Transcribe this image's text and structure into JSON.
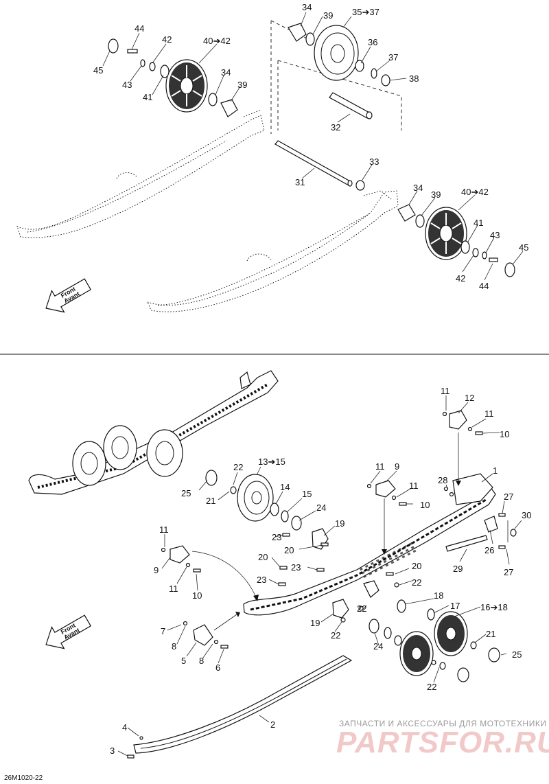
{
  "diagram": {
    "figure_code": "26M1020-22",
    "front_arrow": {
      "line1": "Front",
      "line2": "Avant"
    },
    "watermark": {
      "line1": "ЗАПЧАСТИ И АКСЕССУАРЫ ДЛЯ МОТОТЕХНИКИ",
      "line2": "PARTSFOR.RU"
    },
    "top_callouts": [
      {
        "id": "t34a",
        "text": "34"
      },
      {
        "id": "t39a",
        "text": "39"
      },
      {
        "id": "t35",
        "text": "35➔37"
      },
      {
        "id": "t44a",
        "text": "44"
      },
      {
        "id": "t42a",
        "text": "42"
      },
      {
        "id": "t40a",
        "text": "40➔42"
      },
      {
        "id": "t36",
        "text": "36"
      },
      {
        "id": "t37",
        "text": "37"
      },
      {
        "id": "t38",
        "text": "38"
      },
      {
        "id": "t45a",
        "text": "45"
      },
      {
        "id": "t43a",
        "text": "43"
      },
      {
        "id": "t41a",
        "text": "41"
      },
      {
        "id": "t34b",
        "text": "34"
      },
      {
        "id": "t39b",
        "text": "39"
      },
      {
        "id": "t32",
        "text": "32"
      },
      {
        "id": "t33",
        "text": "33"
      },
      {
        "id": "t31",
        "text": "31"
      },
      {
        "id": "t34c",
        "text": "34"
      },
      {
        "id": "t39c",
        "text": "39"
      },
      {
        "id": "t40b",
        "text": "40➔42"
      },
      {
        "id": "t41b",
        "text": "41"
      },
      {
        "id": "t43b",
        "text": "43"
      },
      {
        "id": "t45b",
        "text": "45"
      },
      {
        "id": "t42b",
        "text": "42"
      },
      {
        "id": "t44b",
        "text": "44"
      }
    ],
    "bottom_callouts": [
      {
        "id": "b11a",
        "text": "11"
      },
      {
        "id": "b12",
        "text": "12"
      },
      {
        "id": "b11b",
        "text": "11"
      },
      {
        "id": "b10a",
        "text": "10"
      },
      {
        "id": "b13",
        "text": "13➔15"
      },
      {
        "id": "b22a",
        "text": "22"
      },
      {
        "id": "b11c",
        "text": "11"
      },
      {
        "id": "b9a",
        "text": "9"
      },
      {
        "id": "b1",
        "text": "1"
      },
      {
        "id": "b25a",
        "text": "25"
      },
      {
        "id": "b21a",
        "text": "21"
      },
      {
        "id": "b14",
        "text": "14"
      },
      {
        "id": "b15",
        "text": "15"
      },
      {
        "id": "b11d",
        "text": "11"
      },
      {
        "id": "b10b",
        "text": "10"
      },
      {
        "id": "b28",
        "text": "28"
      },
      {
        "id": "b27a",
        "text": "27"
      },
      {
        "id": "b24a",
        "text": "24"
      },
      {
        "id": "b30",
        "text": "30"
      },
      {
        "id": "b19a",
        "text": "19"
      },
      {
        "id": "b23a",
        "text": "23"
      },
      {
        "id": "b11e",
        "text": "11"
      },
      {
        "id": "b20a",
        "text": "20"
      },
      {
        "id": "b26",
        "text": "26"
      },
      {
        "id": "b20b",
        "text": "20"
      },
      {
        "id": "b23b",
        "text": "23"
      },
      {
        "id": "b9b",
        "text": "9"
      },
      {
        "id": "b29",
        "text": "29"
      },
      {
        "id": "b27b",
        "text": "27"
      },
      {
        "id": "b20c",
        "text": "20"
      },
      {
        "id": "b11f",
        "text": "11"
      },
      {
        "id": "b23c",
        "text": "23"
      },
      {
        "id": "b10c",
        "text": "10"
      },
      {
        "id": "b22b",
        "text": "22"
      },
      {
        "id": "b18",
        "text": "18"
      },
      {
        "id": "b17",
        "text": "17"
      },
      {
        "id": "b22c",
        "text": "22"
      },
      {
        "id": "b16",
        "text": "16➔18"
      },
      {
        "id": "b19b",
        "text": "19"
      },
      {
        "id": "b7",
        "text": "7"
      },
      {
        "id": "b22d",
        "text": "22"
      },
      {
        "id": "b21b",
        "text": "21"
      },
      {
        "id": "b24b",
        "text": "24"
      },
      {
        "id": "b8a",
        "text": "8"
      },
      {
        "id": "b25b",
        "text": "25"
      },
      {
        "id": "b5",
        "text": "5"
      },
      {
        "id": "b8b",
        "text": "8"
      },
      {
        "id": "b6",
        "text": "6"
      },
      {
        "id": "b22e",
        "text": "22"
      },
      {
        "id": "b2",
        "text": "2"
      },
      {
        "id": "b4",
        "text": "4"
      },
      {
        "id": "b3",
        "text": "3"
      }
    ]
  }
}
